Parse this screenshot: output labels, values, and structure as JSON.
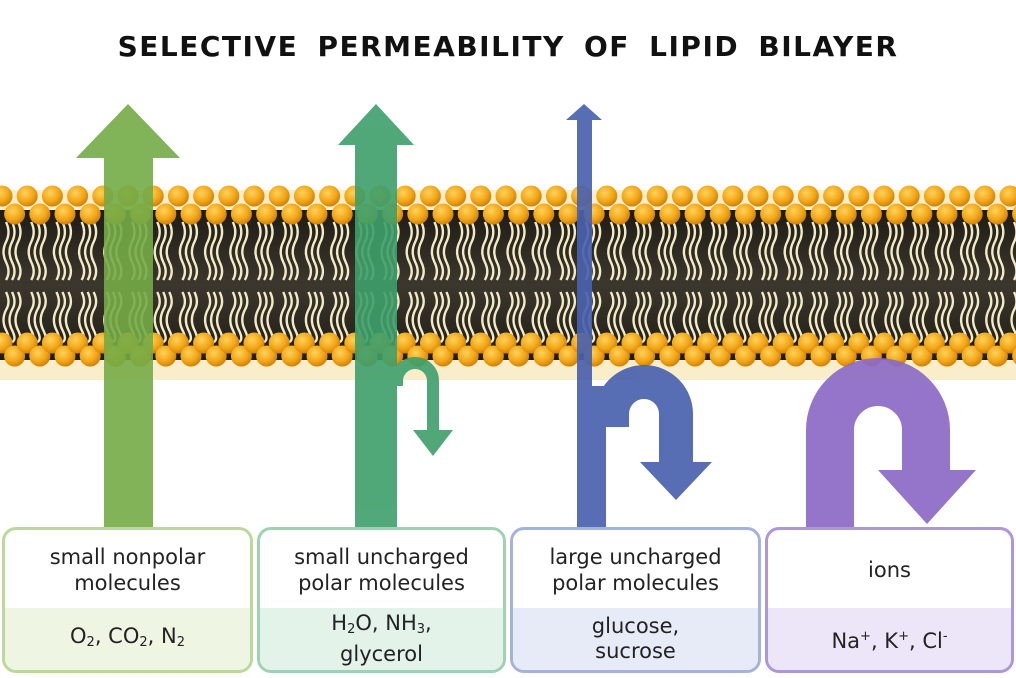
{
  "title": "SELECTIVE PERMEABILITY OF LIPID BILAYER",
  "colors": {
    "membrane_core": "#2e2b24",
    "lipid_head": "#f2a516",
    "lipid_tail": "#f3ebc6",
    "green_light": "#74ab46",
    "green_teal": "#3e9f6b",
    "blue": "#4a62ae",
    "purple": "#8b6ac6"
  },
  "categories": [
    {
      "head_line1": "small nonpolar",
      "head_line2": "molecules",
      "examples": [
        {
          "text": "O"
        },
        {
          "sub": "2"
        },
        {
          "text": ", CO"
        },
        {
          "sub": "2"
        },
        {
          "text": ", N"
        },
        {
          "sub": "2"
        }
      ],
      "arrow_icon": "straight-through-arrow"
    },
    {
      "head_line1": "small uncharged",
      "head_line2": "polar molecules",
      "examples_line1": [
        {
          "text": "H"
        },
        {
          "sub": "2"
        },
        {
          "text": "O, NH"
        },
        {
          "sub": "3"
        },
        {
          "text": ","
        }
      ],
      "examples_line2": "glycerol",
      "arrow_icon": "mostly-through-arrow"
    },
    {
      "head_line1": "large uncharged",
      "head_line2": "polar molecules",
      "examples_line1": "glucose,",
      "examples_line2": "sucrose",
      "arrow_icon": "mostly-blocked-arrow"
    },
    {
      "head_line1": "ions",
      "examples": [
        {
          "text": "Na"
        },
        {
          "sup": "+"
        },
        {
          "text": ", K"
        },
        {
          "sup": "+"
        },
        {
          "text": ", Cl"
        },
        {
          "sup": "-"
        }
      ],
      "arrow_icon": "blocked-u-turn-arrow"
    }
  ]
}
